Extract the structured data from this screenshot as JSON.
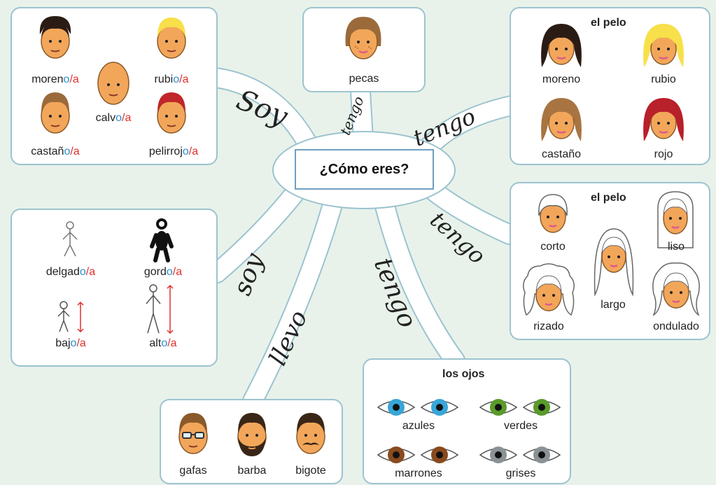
{
  "center": {
    "question": "¿Cómo eres?"
  },
  "connectors": {
    "soy_top": "Soy",
    "tengo_top_small": "tengo",
    "tengo_top_right": "tengo",
    "tengo_right": "tengo",
    "tengo_bottom": "tengo",
    "llevo": "llevo",
    "soy_left": "soy"
  },
  "hair_color_adjectives": {
    "moreno": {
      "stem": "moren",
      "m": "o",
      "sep": "/",
      "f": "a"
    },
    "rubio": {
      "stem": "rubi",
      "m": "o",
      "sep": "/",
      "f": "a"
    },
    "calvo": {
      "stem": "calv",
      "m": "o",
      "sep": "/",
      "f": "a"
    },
    "castano": {
      "stem": "castañ",
      "m": "o",
      "sep": "/",
      "f": "a"
    },
    "pelirrojo": {
      "stem": "pelirroj",
      "m": "o",
      "sep": "/",
      "f": "a"
    }
  },
  "pecas": {
    "label": "pecas"
  },
  "el_pelo_color": {
    "title": "el pelo",
    "items": [
      "moreno",
      "rubio",
      "castaño",
      "rojo"
    ]
  },
  "el_pelo_type": {
    "title": "el pelo",
    "items": [
      "corto",
      "liso",
      "largo",
      "rizado",
      "ondulado"
    ]
  },
  "body_adjectives": {
    "delgado": {
      "stem": "delgad",
      "m": "o",
      "sep": "/",
      "f": "a"
    },
    "gordo": {
      "stem": "gord",
      "m": "o",
      "sep": "/",
      "f": "a"
    },
    "bajo": {
      "stem": "baj",
      "m": "o",
      "sep": "/",
      "f": "a"
    },
    "alto": {
      "stem": "alt",
      "m": "o",
      "sep": "/",
      "f": "a"
    }
  },
  "accessories": {
    "items": [
      "gafas",
      "barba",
      "bigote"
    ]
  },
  "los_ojos": {
    "title": "los ojos",
    "items": [
      "azules",
      "verdes",
      "marrones",
      "grises"
    ]
  },
  "colors": {
    "masc": "#2a8fd0",
    "fem": "#e0302b",
    "box_border": "#9cc3cf",
    "skin": "#f2a65a",
    "eye_blue": "#37a6d8",
    "eye_green": "#5a9a2a",
    "eye_brown": "#8a4a1e",
    "eye_grey": "#8a9296"
  }
}
